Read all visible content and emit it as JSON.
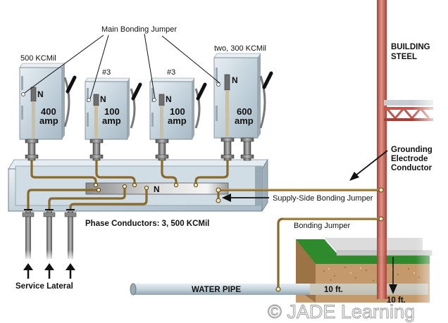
{
  "title": "Service equipment bonding and grounding diagram",
  "labels": {
    "main_bonding_jumper": "Main Bonding Jumper",
    "building_steel_line1": "BUILDING",
    "building_steel_line2": "STEEL",
    "gec_line1": "Grounding",
    "gec_line2": "Electrode",
    "gec_line3": "Conductor",
    "supply_side_bonding_jumper": "Supply-Side Bonding Jumper",
    "phase_conductors": "Phase Conductors: 3, 500 KCMil",
    "bonding_jumper": "Bonding Jumper",
    "service_lateral": "Service Lateral",
    "water_pipe": "WATER PIPE",
    "pipe_depth": "10 ft.",
    "pipe_length": "10 ft.",
    "neutral_bus": "N",
    "watermark": "© JADE Learning"
  },
  "disconnects": [
    {
      "conductor": "500 KCMil",
      "rating_value": "400",
      "rating_unit": "amp",
      "neutral": "N"
    },
    {
      "conductor": "#3",
      "rating_value": "100",
      "rating_unit": "amp",
      "neutral": "N"
    },
    {
      "conductor": "#3",
      "rating_value": "100",
      "rating_unit": "amp",
      "neutral": "N"
    },
    {
      "conductor": "two, 300 KCMil",
      "rating_value": "600",
      "rating_unit": "amp",
      "neutral": "N"
    }
  ],
  "colors": {
    "steel": "#c0574c",
    "conductor": "#8a6a2a",
    "grass": "#2f8a2e",
    "soil": "#c49a6c",
    "pipe": "#c8d6de",
    "enclosure": "#cfdbe3"
  }
}
